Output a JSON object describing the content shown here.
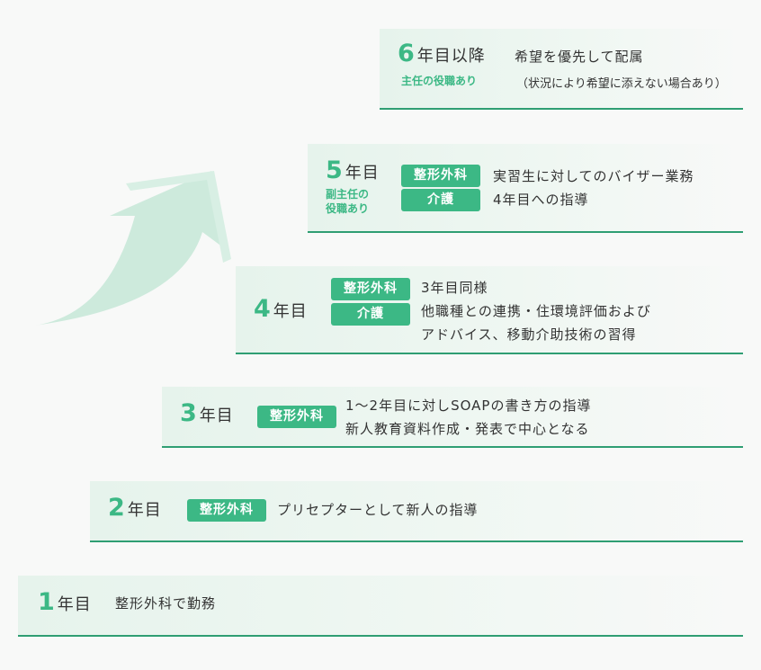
{
  "colors": {
    "accent": "#3cb885",
    "line": "#2f9e73",
    "arrow": "#cdeadc"
  },
  "icons": {
    "arrow": "up-right-arrow-icon"
  },
  "steps": [
    {
      "num": "1",
      "unit": "年目",
      "desc": [
        "整形外科で勤務"
      ]
    },
    {
      "num": "2",
      "unit": "年目",
      "tags": [
        "整形外科"
      ],
      "desc": [
        "プリセプターとして新人の指導"
      ]
    },
    {
      "num": "3",
      "unit": "年目",
      "tags": [
        "整形外科"
      ],
      "desc": [
        "1～2年目に対しSOAPの書き方の指導",
        "新人教育資料作成・発表で中心となる"
      ]
    },
    {
      "num": "4",
      "unit": "年目",
      "tags": [
        "整形外科",
        "介護"
      ],
      "desc": [
        "3年目同様",
        "他職種との連携・住環境評価および",
        "アドバイス、移動介助技術の習得"
      ]
    },
    {
      "num": "5",
      "unit": "年目",
      "role": [
        "副主任の",
        "役職あり"
      ],
      "tags": [
        "整形外科",
        "介護"
      ],
      "desc": [
        "実習生に対してのバイザー業務",
        "4年目への指導"
      ]
    },
    {
      "num": "6",
      "unit": "年目以降",
      "role": [
        "主任の役職あり"
      ],
      "desc": [
        "希望を優先して配属"
      ],
      "note": "（状況により希望に添えない場合あり）"
    }
  ]
}
